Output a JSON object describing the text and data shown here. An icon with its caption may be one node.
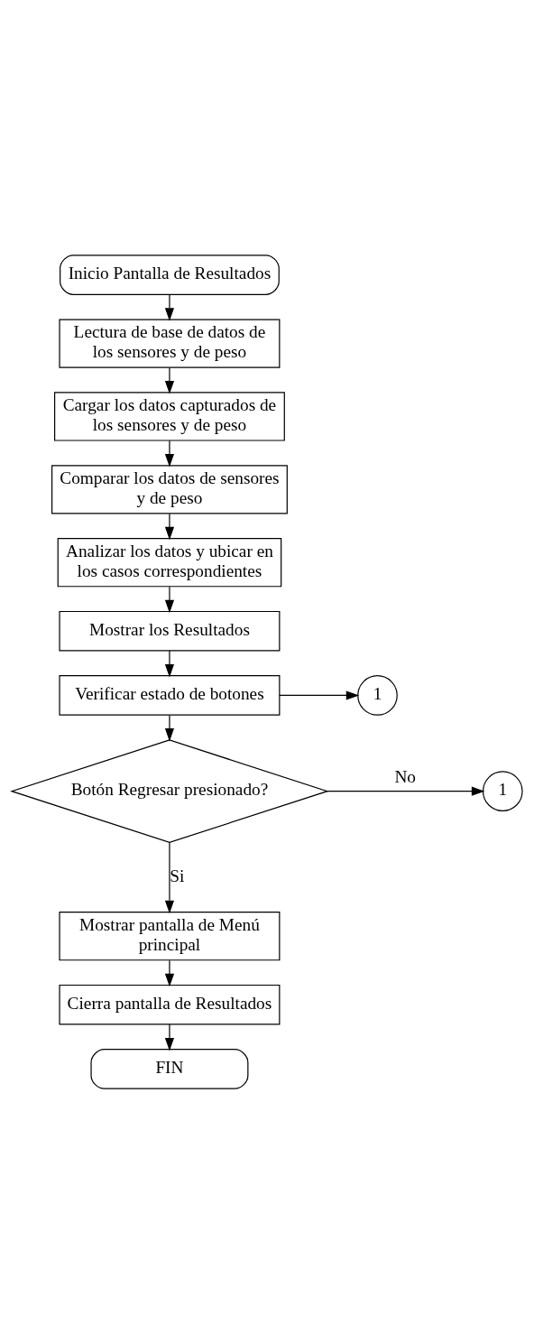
{
  "diagram": {
    "nodes": [
      {
        "text": [
          "Inicio Pantalla de Resultados"
        ]
      },
      {
        "text": [
          "Lectura de base de datos de los sensores y de peso"
        ]
      },
      {
        "text": [
          "Cargar los datos capturados de los sensores y de peso"
        ]
      },
      {
        "text": [
          "Comparar los datos de sensores y de peso"
        ]
      },
      {
        "text": [
          "Analizar los datos y ubicar en los casos correspondientes"
        ]
      },
      {
        "text": [
          "Mostrar los Resultados"
        ]
      },
      {
        "text": [
          "Verificar estado de botones"
        ]
      },
      {
        "text": [
          "1"
        ]
      },
      {
        "text": [
          "Botón Regresar presionado?"
        ]
      },
      {
        "text": [
          "1"
        ]
      },
      {
        "text": [
          "Mostrar pantalla de Menú principal"
        ]
      },
      {
        "text": [
          "Cierra pantalla de Resultados"
        ]
      },
      {
        "text": [
          "FIN"
        ]
      }
    ],
    "edges": [
      {
        "from": 0,
        "to": 1,
        "arrow": "to"
      },
      {
        "from": 1,
        "to": 2,
        "arrow": "to"
      },
      {
        "from": 2,
        "to": 3,
        "arrow": "to"
      },
      {
        "from": 3,
        "to": 4,
        "arrow": "to"
      },
      {
        "from": 4,
        "to": 5,
        "arrow": "to"
      },
      {
        "from": 5,
        "to": 6,
        "arrow": "to"
      },
      {
        "from": 6,
        "to": 7,
        "arrow": "to"
      },
      {
        "from": 6,
        "to": 8,
        "arrow": "to"
      },
      {
        "from": 8,
        "to": 9,
        "arrow": "to",
        "label": "No"
      },
      {
        "from": 8,
        "to": 10,
        "arrow": "to",
        "label": "Si"
      },
      {
        "from": 10,
        "to": 11,
        "arrow": "to"
      },
      {
        "from": 11,
        "to": 12,
        "arrow": "to"
      }
    ]
  }
}
